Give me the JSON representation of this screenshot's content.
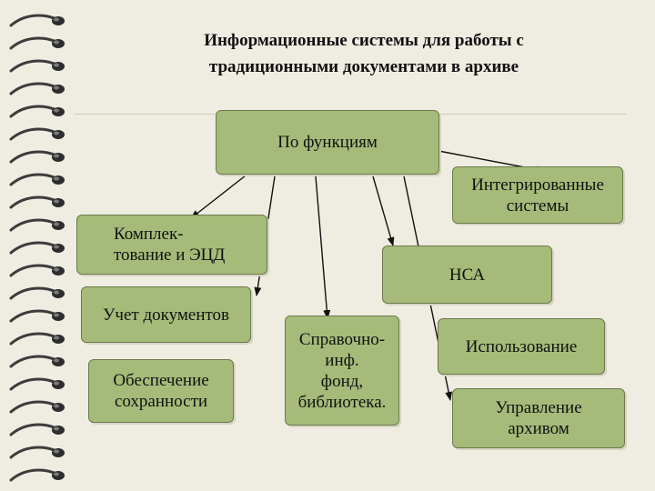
{
  "title": {
    "line1": "Информационные системы для работы с",
    "line2": "традиционными документами в архиве"
  },
  "nodes": {
    "root": "По  функциям",
    "integrated": "Интегрированные\nсистемы",
    "acquisition": "Комплек-\nтование и ЭЦД",
    "nsa": "НСА",
    "accounting": "Учет документов",
    "reference": "Справочно-\nинф.\nфонд,\nбиблиотека.",
    "usage": "Использование",
    "preservation": "Обеспечение\nсохранности",
    "management": "Управление\nархивом"
  },
  "colors": {
    "background": "#efece1",
    "box_fill": "#a6bb79",
    "box_border": "#6b7a4a"
  }
}
